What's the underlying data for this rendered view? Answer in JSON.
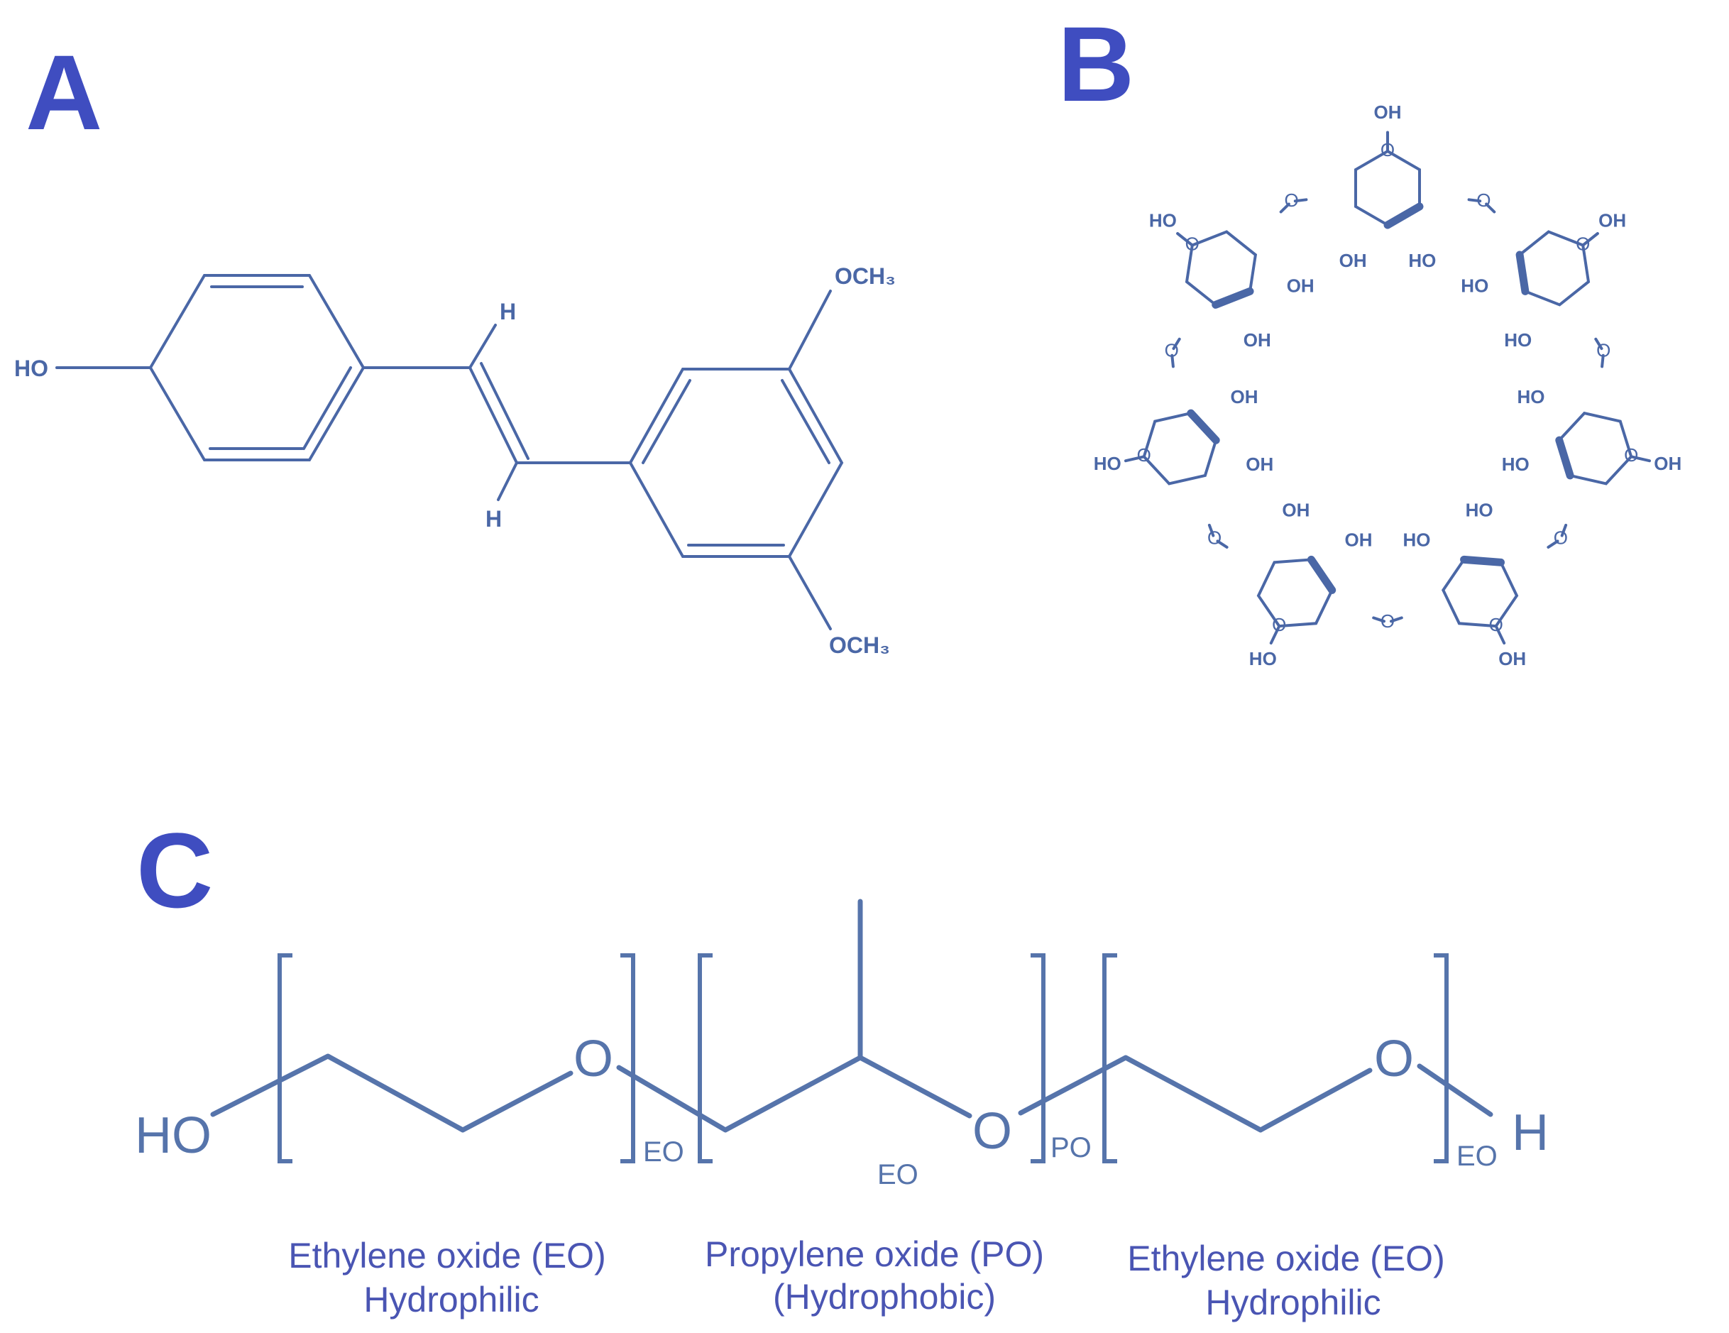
{
  "panels": {
    "a": {
      "label": "A"
    },
    "b": {
      "label": "B"
    },
    "c": {
      "label": "C"
    }
  },
  "structure_a": {
    "ho": "HO",
    "h_top": "H",
    "h_bottom": "H",
    "och3_top": "OCH₃",
    "och3_bottom": "OCH₃"
  },
  "structure_b": {
    "hydroxyl_oh": "OH",
    "hydroxyl_ho": "HO",
    "oxygen": "O"
  },
  "structure_c": {
    "ho": "HO",
    "h": "H",
    "o": "O",
    "sub_eo": "EO",
    "sub_po": "PO",
    "mid_eo": "EO"
  },
  "captions": {
    "left_line1": "Ethylene oxide (EO)",
    "left_line2": "Hydrophilic",
    "middle_line1": "Propylene oxide (PO)",
    "middle_line2": "(Hydrophobic)",
    "right_line1": "Ethylene oxide (EO)",
    "right_line2": "Hydrophilic"
  },
  "colors": {
    "panel_label": "#3f4dc0",
    "structure": "#4a67a6",
    "caption": "#4a55b3"
  }
}
